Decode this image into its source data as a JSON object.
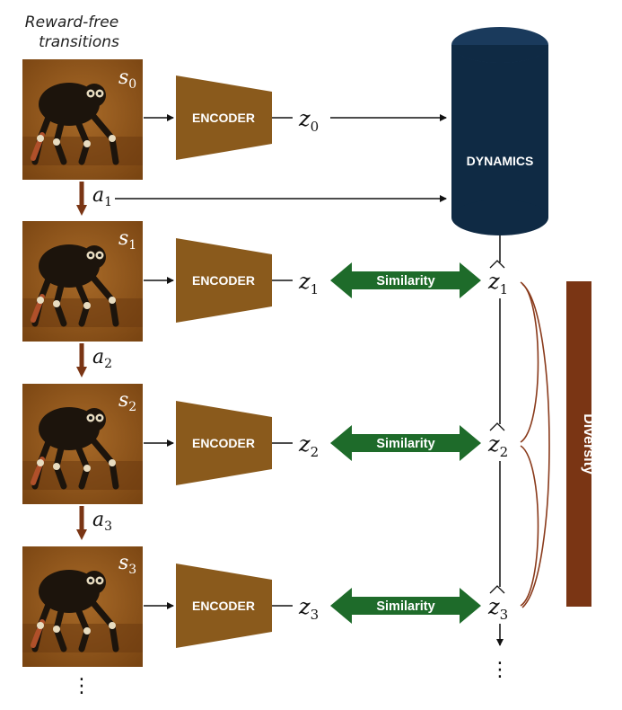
{
  "caption": {
    "line1": "Reward-free",
    "line2": "transitions"
  },
  "frames": [
    {
      "label": "s",
      "sub": "0"
    },
    {
      "label": "s",
      "sub": "1"
    },
    {
      "label": "s",
      "sub": "2"
    },
    {
      "label": "s",
      "sub": "3"
    }
  ],
  "actions": [
    {
      "label": "a",
      "sub": "1"
    },
    {
      "label": "a",
      "sub": "2"
    },
    {
      "label": "a",
      "sub": "3"
    }
  ],
  "encoder_label": "ENCODER",
  "latents": [
    {
      "label": "z",
      "sub": "0"
    },
    {
      "label": "z",
      "sub": "1"
    },
    {
      "label": "z",
      "sub": "2"
    },
    {
      "label": "z",
      "sub": "3"
    }
  ],
  "predicted": [
    {
      "label": "z",
      "sub": "1"
    },
    {
      "label": "z",
      "sub": "2"
    },
    {
      "label": "z",
      "sub": "3"
    }
  ],
  "dynamics_label": "DYNAMICS",
  "similarity_label": "Similarity",
  "diversity_label": "Diversity",
  "ellipsis_left": "⋮",
  "ellipsis_right": "⋮",
  "colors": {
    "frame_bg": "#8a5218",
    "encoder": "#8a5a1c",
    "dynamics": "#0f2a44",
    "similarity": "#1e6b2a",
    "diversity": "#7a3514",
    "action_arrow": "#7a3514",
    "brace": "#8a3b1c"
  }
}
